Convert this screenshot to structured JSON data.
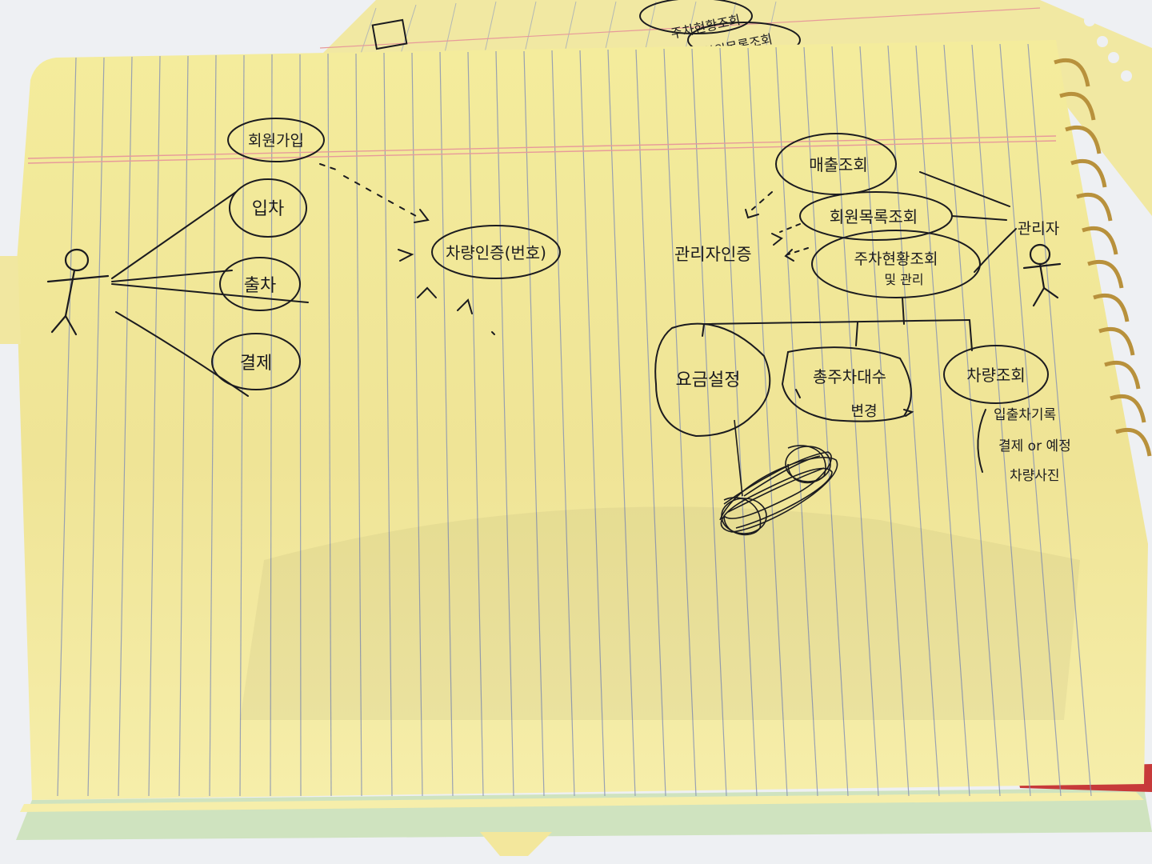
{
  "colors": {
    "table": "#eef0f3",
    "paper": "#f4ec9c",
    "paper_shade": "#e9df8a",
    "rule_line": "#8a95b4",
    "margin_line": "#e79a9a",
    "ink": "#1b1b1f",
    "spiral": "#b8913c",
    "base_green": "#cfe3bf",
    "base_red": "#c73a3a"
  },
  "diagram": {
    "left_actor": {
      "use_cases": {
        "signup": "회원가입",
        "entry": "입차",
        "exit": "출차",
        "payment": "결제"
      },
      "vehicle_auth": "차량인증(번호)"
    },
    "admin": {
      "actor_label": "관리자",
      "admin_auth": "관리자인증",
      "use_cases": {
        "sales": "매출조회",
        "members": "회원목록조회",
        "parking_status": "주차현황조회",
        "parking_status_2": "및 관리"
      },
      "sub_cases": {
        "fee_setting": "요금설정",
        "total_spaces": "총주차대수",
        "total_spaces_2": "변경",
        "vehicle_lookup": "차량조회"
      },
      "vehicle_lookup_notes": [
        "입출차기록",
        "결제 or 예정",
        "차량사진"
      ]
    },
    "background_sheet_scribbles": [
      "주차현황조회",
      "회원목록조회"
    ]
  }
}
